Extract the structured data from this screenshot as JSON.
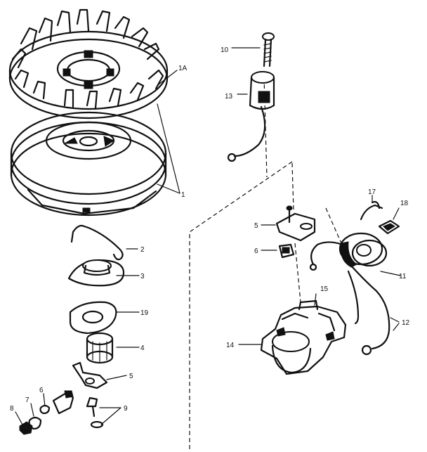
{
  "callouts": [
    {
      "id": "c10",
      "text": "10"
    },
    {
      "id": "c13",
      "text": "13"
    },
    {
      "id": "c1a",
      "text": "1A"
    },
    {
      "id": "c1",
      "text": "1"
    },
    {
      "id": "c17",
      "text": "17"
    },
    {
      "id": "c18",
      "text": "18"
    },
    {
      "id": "c5a",
      "text": "5"
    },
    {
      "id": "c6a",
      "text": "6"
    },
    {
      "id": "c11",
      "text": "11"
    },
    {
      "id": "c2",
      "text": "2"
    },
    {
      "id": "c3",
      "text": "3"
    },
    {
      "id": "c15",
      "text": "15"
    },
    {
      "id": "c12",
      "text": "12"
    },
    {
      "id": "c19",
      "text": "19"
    },
    {
      "id": "c14",
      "text": "14"
    },
    {
      "id": "c4",
      "text": "4"
    },
    {
      "id": "c5b",
      "text": "5"
    },
    {
      "id": "c9",
      "text": "9"
    },
    {
      "id": "c8",
      "text": "8"
    },
    {
      "id": "c7",
      "text": "7"
    },
    {
      "id": "c6b",
      "text": "6"
    }
  ]
}
